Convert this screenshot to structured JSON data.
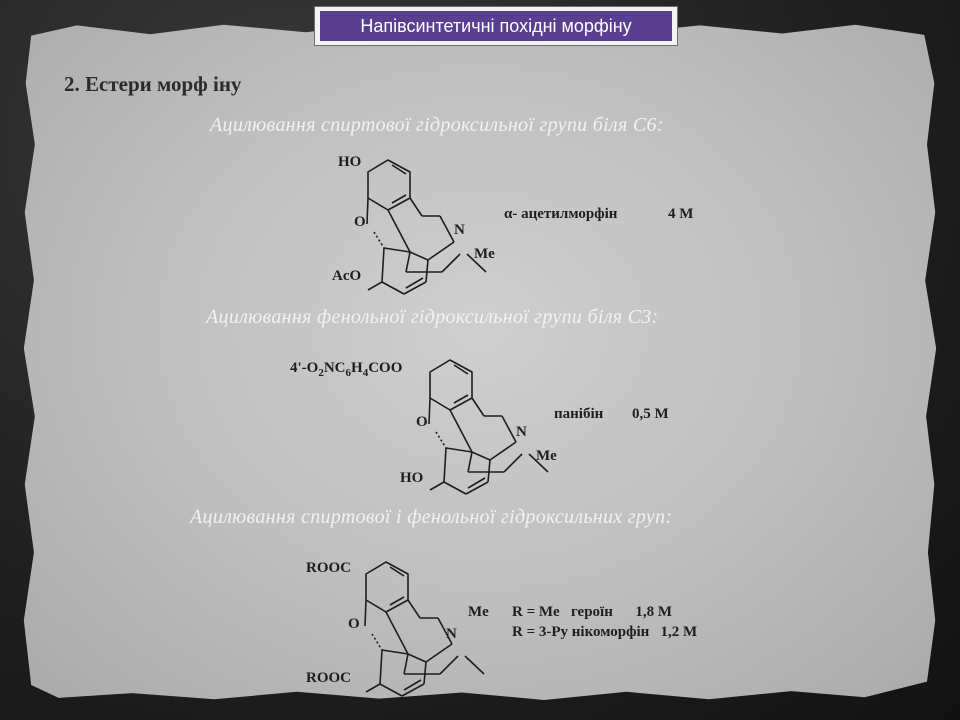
{
  "slide_title": "Напівсинтетичні похідні морфіну",
  "heading": "2. Естери морф іну",
  "sections": [
    {
      "subtitle": "Ацилювання спиртової гідроксильної групи біля С6:",
      "substituent_top": "HO",
      "ring_oxygen": "O",
      "nitrogen": "N",
      "methyl": "Me",
      "substituent_bottom": "AcO",
      "compound_name": "α- ацетилморфін",
      "concentration": "4 М"
    },
    {
      "subtitle": "Ацилювання фенольної гідроксильної групи біля С3:",
      "substituent_top": "4'-O2NC6H4COO",
      "ring_oxygen": "O",
      "nitrogen": "N",
      "methyl": "Me",
      "substituent_bottom": "HO",
      "compound_name": "панібін",
      "concentration": "0,5 М"
    },
    {
      "subtitle": "Ацилювання спиртової і фенольної гідроксильних груп:",
      "substituent_top": "ROOC",
      "ring_oxygen": "O",
      "nitrogen": "N",
      "methyl": "Me",
      "substituent_bottom": "ROOC",
      "variant_1": "R = Me   героїн      1,8 М",
      "variant_2": "R = 3-Py нікоморфін   1,2 М"
    }
  ]
}
